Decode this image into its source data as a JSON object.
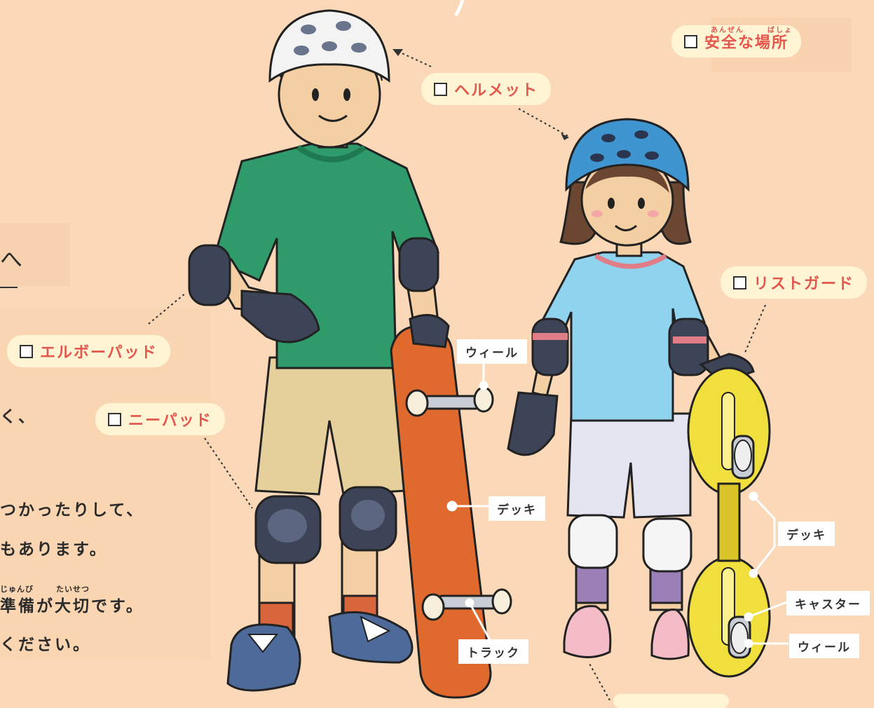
{
  "labels": {
    "safe_place": "安全な場所",
    "safe_place_ruby_1": "あんぜん",
    "safe_place_ruby_2": "ばしょ",
    "helmet": "ヘルメット",
    "wrist_guard": "リストガード",
    "elbow_pad": "エルボーパッド",
    "knee_pad": "ニーパッド"
  },
  "skateboard_parts": {
    "wheel": "ウィール",
    "deck": "デッキ",
    "truck": "トラック"
  },
  "caster_board_parts": {
    "deck": "デッキ",
    "caster": "キャスター",
    "wheel": "ウィール"
  },
  "body_text": {
    "line1": "く、",
    "line2": "つかったりして、",
    "line3": "もあります。",
    "line4": "準備が大切です。",
    "line4_ruby_1": "じゅんび",
    "line4_ruby_2": "たいせつ",
    "line5": "ください。",
    "heading_fragment": "へ"
  },
  "colors": {
    "background": "#fbd9b8",
    "label_pill": "#fff4d3",
    "label_text": "#e4574c",
    "skateboard": "#e06a2e",
    "caster_board": "#f0df3c",
    "boy_shirt": "#2f9a6a",
    "girl_shirt": "#8fd3ee",
    "girl_helmet": "#3f95cf"
  }
}
